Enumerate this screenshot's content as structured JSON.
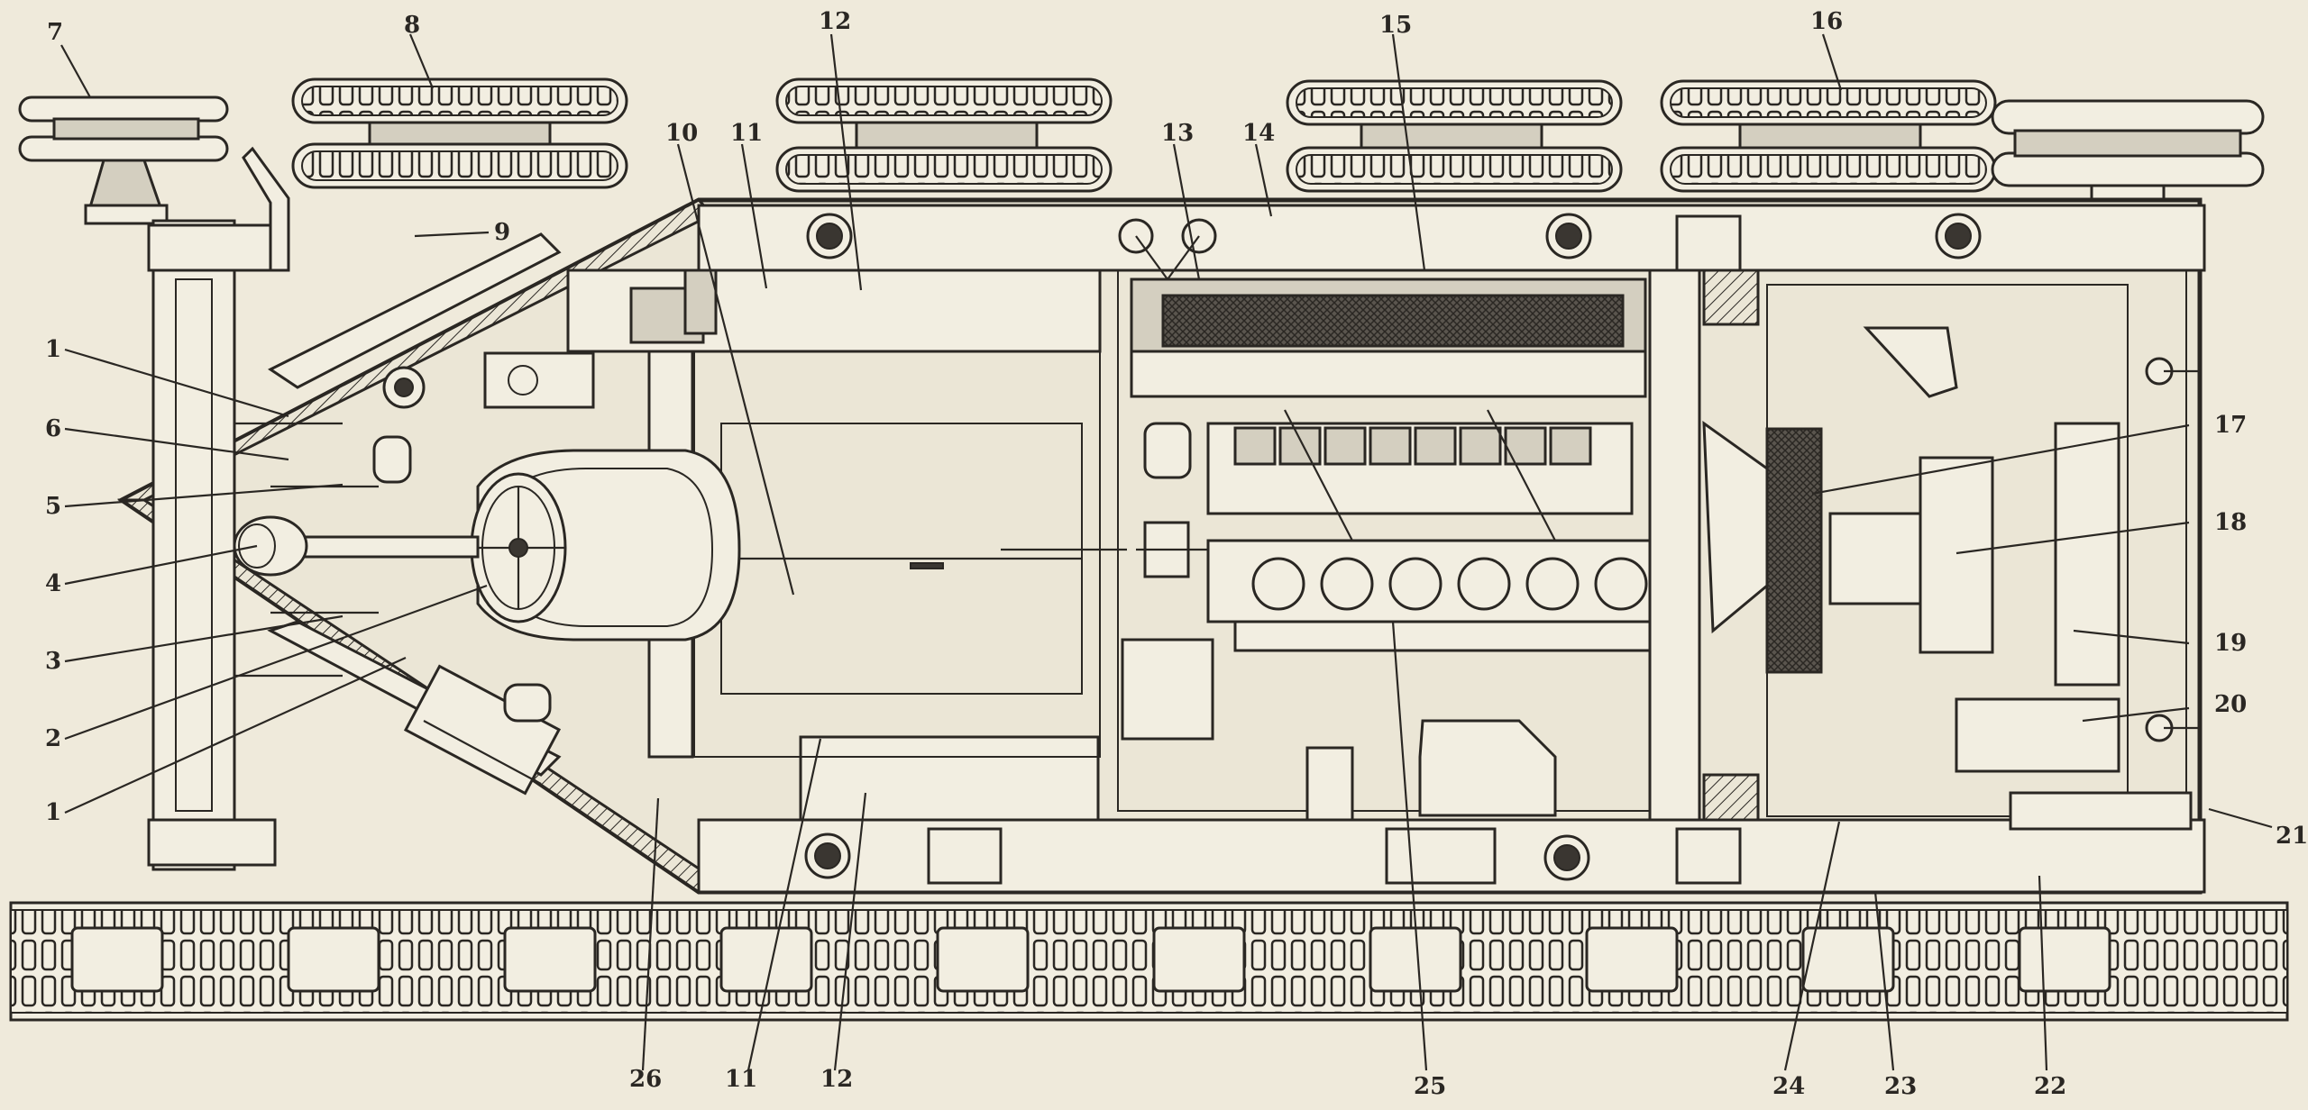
{
  "callouts": [
    {
      "id": "c7",
      "text": "7"
    },
    {
      "id": "c8",
      "text": "8"
    },
    {
      "id": "c12t",
      "text": "12"
    },
    {
      "id": "c15",
      "text": "15"
    },
    {
      "id": "c16",
      "text": "16"
    },
    {
      "id": "c10",
      "text": "10"
    },
    {
      "id": "c11t",
      "text": "11"
    },
    {
      "id": "c13",
      "text": "13"
    },
    {
      "id": "c14",
      "text": "14"
    },
    {
      "id": "c9",
      "text": "9"
    },
    {
      "id": "c1t",
      "text": "1"
    },
    {
      "id": "c6",
      "text": "6"
    },
    {
      "id": "c5",
      "text": "5"
    },
    {
      "id": "c4",
      "text": "4"
    },
    {
      "id": "c3",
      "text": "3"
    },
    {
      "id": "c2",
      "text": "2"
    },
    {
      "id": "c1b",
      "text": "1"
    },
    {
      "id": "c17",
      "text": "17"
    },
    {
      "id": "c18",
      "text": "18"
    },
    {
      "id": "c19",
      "text": "19"
    },
    {
      "id": "c20",
      "text": "20"
    },
    {
      "id": "c21",
      "text": "21"
    },
    {
      "id": "c26",
      "text": "26"
    },
    {
      "id": "c11b",
      "text": "11"
    },
    {
      "id": "c12b",
      "text": "12"
    },
    {
      "id": "c25",
      "text": "25"
    },
    {
      "id": "c24",
      "text": "24"
    },
    {
      "id": "c23",
      "text": "23"
    },
    {
      "id": "c22",
      "text": "22"
    }
  ],
  "colors": {
    "paper": "#efeadb",
    "ink": "#2a2723",
    "panel": "#f2eee1",
    "shade": "#d4cfc0"
  }
}
